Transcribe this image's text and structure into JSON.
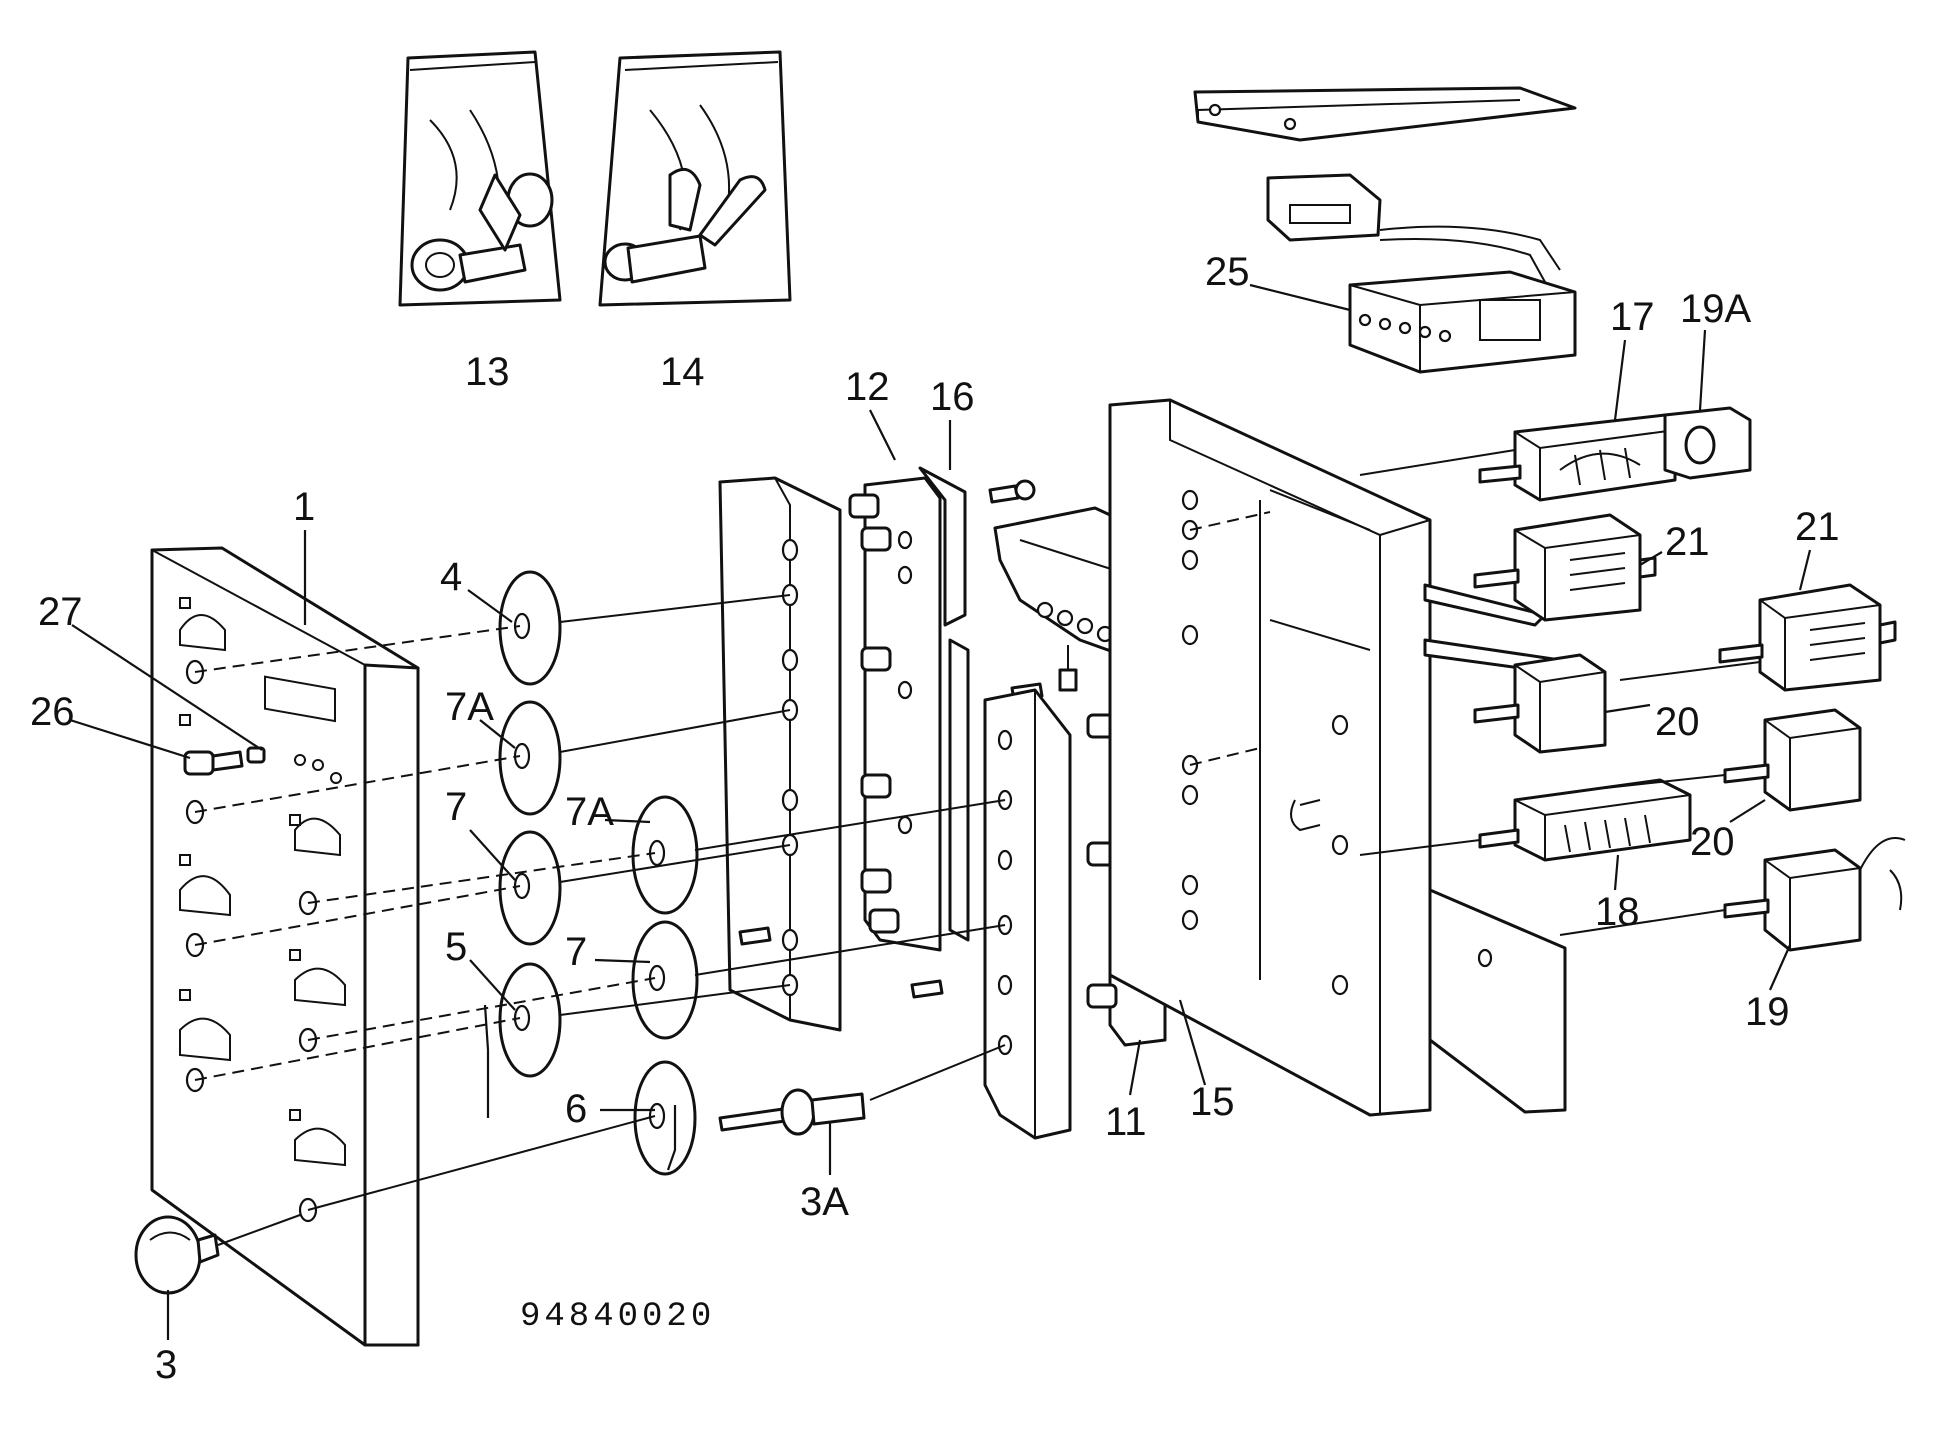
{
  "drawing_number": "94840020",
  "part_labels": {
    "p1": "1",
    "p3": "3",
    "p3A": "3A",
    "p4": "4",
    "p5": "5",
    "p6": "6",
    "p7_left": "7",
    "p7_right": "7",
    "p7A_left": "7A",
    "p7A_right": "7A",
    "p11": "11",
    "p12": "12",
    "p13": "13",
    "p14": "14",
    "p15": "15",
    "p16": "16",
    "p17": "17",
    "p18": "18",
    "p19": "19",
    "p19A": "19A",
    "p20_upper": "20",
    "p20_lower": "20",
    "p21_left": "21",
    "p21_right": "21",
    "p25": "25",
    "p26": "26",
    "p27": "27"
  }
}
